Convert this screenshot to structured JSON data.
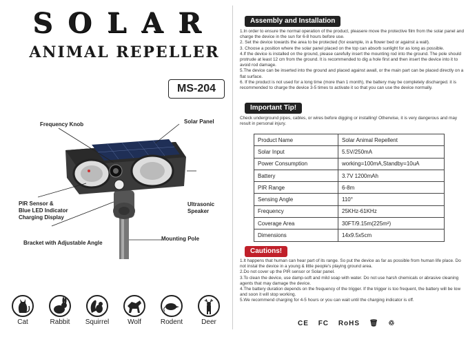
{
  "header": {
    "title": "SOLAR",
    "subtitle": "ANIMAL REPELLER",
    "model": "MS-204"
  },
  "diagram_labels": {
    "frequency_knob": "Frequency Knob",
    "solar_panel": "Solar Panel",
    "pir_sensor": "PIR Sensor &",
    "blue_led": "Blue LED Indicator",
    "charging_display": "Charging Display",
    "ultrasonic": "Ultrasonic",
    "speaker": "Speaker",
    "bracket": "Bracket with Adjustable Angle",
    "mounting_pole": "Mounting Pole"
  },
  "animals": [
    {
      "name": "Cat",
      "icon": "cat-icon"
    },
    {
      "name": "Rabbit",
      "icon": "rabbit-icon"
    },
    {
      "name": "Squirrel",
      "icon": "squirrel-icon"
    },
    {
      "name": "Wolf",
      "icon": "wolf-icon"
    },
    {
      "name": "Rodent",
      "icon": "rodent-icon"
    },
    {
      "name": "Deer",
      "icon": "deer-icon"
    }
  ],
  "assembly": {
    "heading": "Assembly and Installation",
    "steps": [
      "1.In order to ensure the normal operation of the product, pleasere move the protective film from the solar panel and charge the device in the sun for 6-8 hours before use.",
      "2. Set the device towards the area to be protected (for example, in a flower bed or against a wall).",
      "3. Choose a position where the solar panel placed on the top can absorb sunlight for as long as possible.",
      "4.If the device is installed on the ground, please carefully insert the mounting rod into the ground. The pole should protrude at least 12 cm from the ground. It is recommended to dig a hole first and then insert the device into it to avoid rod damage.",
      "5.The device can be inserted into the ground and placed against awall, or the main part can be placed directly on a flat surface.",
      "6. If the product is not used for a long time (more than 1 month), the battery may be completely discharged. it is recommended to charge the device 3-5 times to activate it so that you can use the device normally."
    ]
  },
  "tip": {
    "heading": "Important Tip!",
    "text": "Check underground pipes, cables, or wires before digging or installing! Otherwise, it is very dangerous and may result in personal injury."
  },
  "specs": [
    [
      "Product Name",
      "Solar Animal Repellent"
    ],
    [
      "Solar Input",
      "5.5V/250mA"
    ],
    [
      "Power Consumption",
      "working=100mA,Standby=10uA"
    ],
    [
      "Battery",
      "3.7V 1200mAh"
    ],
    [
      "PIR Range",
      "6-8m"
    ],
    [
      "Sensing Angle",
      "110°"
    ],
    [
      "Frequency",
      "25KHz-61KHz"
    ],
    [
      "Coverage Area",
      "30FT/9.15m(225m²)"
    ],
    [
      "Dimensions",
      "14x9.5x5cm"
    ]
  ],
  "cautions": {
    "heading": "Cautions!",
    "items": [
      "1.It happens that human can hear part of its range. So put the device as far as possible from human life place. Do not instal the device in a young & little people's playing ground area.",
      "2.Do not cover up the PIR sensor or Solar panel.",
      "3.To clean the device, use damp-soft and mild soap with water. Do not use harsh chemicals or abrasive cleaning agents that may damage the device.",
      "4.The battery duration depends on the frequency of the trigger. If the trigger is too frequent, the battery will be low and soon it will stop working.",
      "5.We recommend charging for 4-5 hours or you can wait until the charging indicator is off."
    ]
  },
  "certifications": [
    "CE",
    "FC",
    "RoHS"
  ]
}
